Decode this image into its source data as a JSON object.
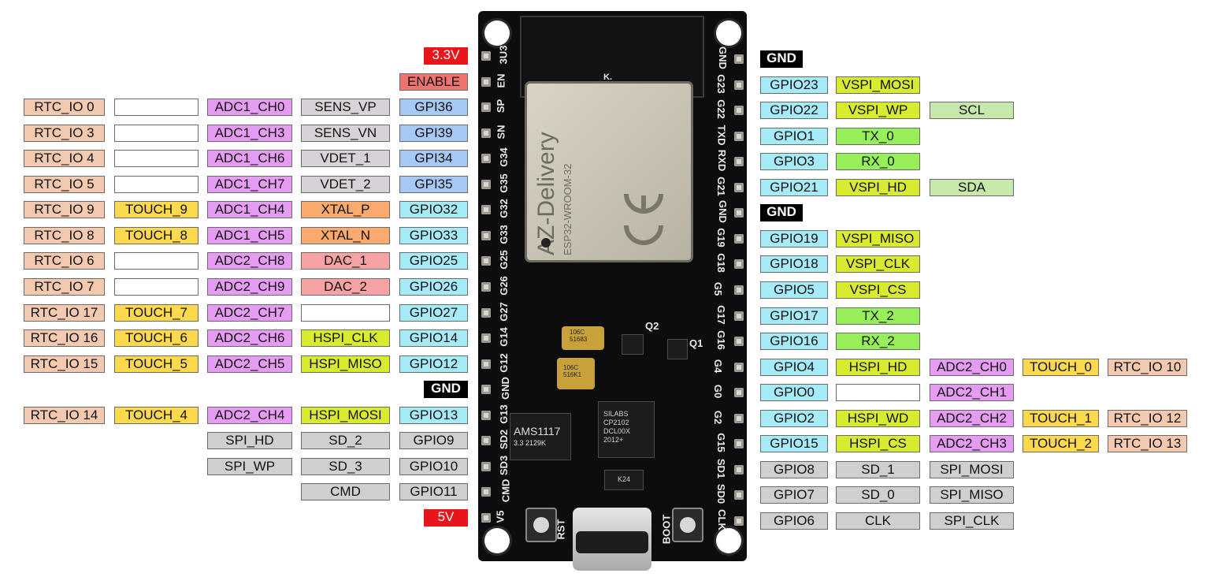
{
  "colors": {
    "black": "#000000",
    "red": "#e8151a",
    "salmon": "#ee7470",
    "rtc": "#f3c9b0",
    "touch": "#fdd94d",
    "adc": "#e69cf2",
    "sens": "#d8d2d8",
    "gpi": "#a7c9f6",
    "gpio": "#a6ecf8",
    "xtal": "#fbaa6e",
    "dac": "#f7a3a3",
    "spi": "#d9eb2f",
    "uart": "#97f05a",
    "i2c": "#c6e8ab",
    "flash": "#cfcfcf",
    "white": "#ffffff"
  },
  "left_rows": [
    {
      "pin": "3U3",
      "cells": [
        {
          "text": "3.3V",
          "color": "red"
        }
      ]
    },
    {
      "pin": "EN",
      "cells": [
        {
          "text": "ENABLE",
          "color": "salmon"
        }
      ]
    },
    {
      "pin": "SP",
      "cells": [
        {
          "text": "RTC_IO 0",
          "color": "rtc"
        },
        {
          "text": "",
          "color": "white"
        },
        {
          "text": "ADC1_CH0",
          "color": "adc"
        },
        {
          "text": "SENS_VP",
          "color": "sens"
        },
        {
          "text": "GPI36",
          "color": "gpi"
        }
      ]
    },
    {
      "pin": "SN",
      "cells": [
        {
          "text": "RTC_IO 3",
          "color": "rtc"
        },
        {
          "text": "",
          "color": "white"
        },
        {
          "text": "ADC1_CH3",
          "color": "adc"
        },
        {
          "text": "SENS_VN",
          "color": "sens"
        },
        {
          "text": "GPI39",
          "color": "gpi"
        }
      ]
    },
    {
      "pin": "G34",
      "cells": [
        {
          "text": "RTC_IO 4",
          "color": "rtc"
        },
        {
          "text": "",
          "color": "white"
        },
        {
          "text": "ADC1_CH6",
          "color": "adc"
        },
        {
          "text": "VDET_1",
          "color": "sens"
        },
        {
          "text": "GPI34",
          "color": "gpi"
        }
      ]
    },
    {
      "pin": "G35",
      "cells": [
        {
          "text": "RTC_IO 5",
          "color": "rtc"
        },
        {
          "text": "",
          "color": "white"
        },
        {
          "text": "ADC1_CH7",
          "color": "adc"
        },
        {
          "text": "VDET_2",
          "color": "sens"
        },
        {
          "text": "GPI35",
          "color": "gpi"
        }
      ]
    },
    {
      "pin": "G32",
      "cells": [
        {
          "text": "RTC_IO 9",
          "color": "rtc"
        },
        {
          "text": "TOUCH_9",
          "color": "touch"
        },
        {
          "text": "ADC1_CH4",
          "color": "adc"
        },
        {
          "text": "XTAL_P",
          "color": "xtal"
        },
        {
          "text": "GPIO32",
          "color": "gpio"
        }
      ]
    },
    {
      "pin": "G33",
      "cells": [
        {
          "text": "RTC_IO 8",
          "color": "rtc"
        },
        {
          "text": "TOUCH_8",
          "color": "touch"
        },
        {
          "text": "ADC1_CH5",
          "color": "adc"
        },
        {
          "text": "XTAL_N",
          "color": "xtal"
        },
        {
          "text": "GPIO33",
          "color": "gpio"
        }
      ]
    },
    {
      "pin": "G25",
      "cells": [
        {
          "text": "RTC_IO 6",
          "color": "rtc"
        },
        {
          "text": "",
          "color": "white"
        },
        {
          "text": "ADC2_CH8",
          "color": "adc"
        },
        {
          "text": "DAC_1",
          "color": "dac"
        },
        {
          "text": "GPIO25",
          "color": "gpio"
        }
      ]
    },
    {
      "pin": "G26",
      "cells": [
        {
          "text": "RTC_IO 7",
          "color": "rtc"
        },
        {
          "text": "",
          "color": "white"
        },
        {
          "text": "ADC2_CH9",
          "color": "adc"
        },
        {
          "text": "DAC_2",
          "color": "dac"
        },
        {
          "text": "GPIO26",
          "color": "gpio"
        }
      ]
    },
    {
      "pin": "G27",
      "cells": [
        {
          "text": "RTC_IO 17",
          "color": "rtc"
        },
        {
          "text": "TOUCH_7",
          "color": "touch"
        },
        {
          "text": "ADC2_CH7",
          "color": "adc"
        },
        {
          "text": "",
          "color": "white"
        },
        {
          "text": "GPIO27",
          "color": "gpio"
        }
      ]
    },
    {
      "pin": "G14",
      "cells": [
        {
          "text": "RTC_IO 16",
          "color": "rtc"
        },
        {
          "text": "TOUCH_6",
          "color": "touch"
        },
        {
          "text": "ADC2_CH6",
          "color": "adc"
        },
        {
          "text": "HSPI_CLK",
          "color": "spi"
        },
        {
          "text": "GPIO14",
          "color": "gpio"
        }
      ]
    },
    {
      "pin": "G12",
      "cells": [
        {
          "text": "RTC_IO 15",
          "color": "rtc"
        },
        {
          "text": "TOUCH_5",
          "color": "touch"
        },
        {
          "text": "ADC2_CH5",
          "color": "adc"
        },
        {
          "text": "HSPI_MISO",
          "color": "spi"
        },
        {
          "text": "GPIO12",
          "color": "gpio"
        }
      ]
    },
    {
      "pin": "GND",
      "cells": [
        {
          "text": "GND",
          "color": "black"
        }
      ]
    },
    {
      "pin": "G13",
      "cells": [
        {
          "text": "RTC_IO 14",
          "color": "rtc"
        },
        {
          "text": "TOUCH_4",
          "color": "touch"
        },
        {
          "text": "ADC2_CH4",
          "color": "adc"
        },
        {
          "text": "HSPI_MOSI",
          "color": "spi"
        },
        {
          "text": "GPIO13",
          "color": "gpio"
        }
      ]
    },
    {
      "pin": "SD2",
      "cells": [
        {
          "text": "SPI_HD",
          "color": "flash"
        },
        {
          "text": "SD_2",
          "color": "flash"
        },
        {
          "text": "GPIO9",
          "color": "flash"
        }
      ]
    },
    {
      "pin": "SD3",
      "cells": [
        {
          "text": "SPI_WP",
          "color": "flash"
        },
        {
          "text": "SD_3",
          "color": "flash"
        },
        {
          "text": "GPIO10",
          "color": "flash"
        }
      ]
    },
    {
      "pin": "CMD",
      "cells": [
        {
          "text": "CMD",
          "color": "flash"
        },
        {
          "text": "GPIO11",
          "color": "flash"
        }
      ]
    },
    {
      "pin": "V5",
      "cells": [
        {
          "text": "5V",
          "color": "red"
        }
      ]
    }
  ],
  "right_rows": [
    {
      "pin": "GND",
      "cells": [
        {
          "text": "GND",
          "color": "black"
        }
      ]
    },
    {
      "pin": "G23",
      "cells": [
        {
          "text": "GPIO23",
          "color": "gpio"
        },
        {
          "text": "VSPI_MOSI",
          "color": "spi"
        }
      ]
    },
    {
      "pin": "G22",
      "cells": [
        {
          "text": "GPIO22",
          "color": "gpio"
        },
        {
          "text": "VSPI_WP",
          "color": "spi"
        },
        {
          "text": "SCL",
          "color": "i2c"
        }
      ]
    },
    {
      "pin": "TXD",
      "cells": [
        {
          "text": "GPIO1",
          "color": "gpio"
        },
        {
          "text": "TX_0",
          "color": "uart"
        }
      ]
    },
    {
      "pin": "RXD",
      "cells": [
        {
          "text": "GPIO3",
          "color": "gpio"
        },
        {
          "text": "RX_0",
          "color": "uart"
        }
      ]
    },
    {
      "pin": "G21",
      "cells": [
        {
          "text": "GPIO21",
          "color": "gpio"
        },
        {
          "text": "VSPI_HD",
          "color": "spi"
        },
        {
          "text": "SDA",
          "color": "i2c"
        }
      ]
    },
    {
      "pin": "GND",
      "cells": [
        {
          "text": "GND",
          "color": "black"
        }
      ]
    },
    {
      "pin": "G19",
      "cells": [
        {
          "text": "GPIO19",
          "color": "gpio"
        },
        {
          "text": "VSPI_MISO",
          "color": "spi"
        }
      ]
    },
    {
      "pin": "G18",
      "cells": [
        {
          "text": "GPIO18",
          "color": "gpio"
        },
        {
          "text": "VSPI_CLK",
          "color": "spi"
        }
      ]
    },
    {
      "pin": "G5",
      "cells": [
        {
          "text": "GPIO5",
          "color": "gpio"
        },
        {
          "text": "VSPI_CS",
          "color": "spi"
        }
      ]
    },
    {
      "pin": "G17",
      "cells": [
        {
          "text": "GPIO17",
          "color": "gpio"
        },
        {
          "text": "TX_2",
          "color": "uart"
        }
      ]
    },
    {
      "pin": "G16",
      "cells": [
        {
          "text": "GPIO16",
          "color": "gpio"
        },
        {
          "text": "RX_2",
          "color": "uart"
        }
      ]
    },
    {
      "pin": "G4",
      "cells": [
        {
          "text": "GPIO4",
          "color": "gpio"
        },
        {
          "text": "HSPI_HD",
          "color": "spi"
        },
        {
          "text": "ADC2_CH0",
          "color": "adc"
        },
        {
          "text": "TOUCH_0",
          "color": "touch"
        },
        {
          "text": "RTC_IO 10",
          "color": "rtc"
        }
      ]
    },
    {
      "pin": "G0",
      "cells": [
        {
          "text": "GPIO0",
          "color": "gpio"
        },
        {
          "text": "",
          "color": "white"
        },
        {
          "text": "ADC2_CH1",
          "color": "adc"
        }
      ]
    },
    {
      "pin": "G2",
      "cells": [
        {
          "text": "GPIO2",
          "color": "gpio"
        },
        {
          "text": "HSPI_WD",
          "color": "spi"
        },
        {
          "text": "ADC2_CH2",
          "color": "adc"
        },
        {
          "text": "TOUCH_1",
          "color": "touch"
        },
        {
          "text": "RTC_IO 12",
          "color": "rtc"
        }
      ]
    },
    {
      "pin": "G15",
      "cells": [
        {
          "text": "GPIO15",
          "color": "gpio"
        },
        {
          "text": "HSPI_CS",
          "color": "spi"
        },
        {
          "text": "ADC2_CH3",
          "color": "adc"
        },
        {
          "text": "TOUCH_2",
          "color": "touch"
        },
        {
          "text": "RTC_IO 13",
          "color": "rtc"
        }
      ]
    },
    {
      "pin": "SD1",
      "cells": [
        {
          "text": "GPIO8",
          "color": "flash"
        },
        {
          "text": "SD_1",
          "color": "flash"
        },
        {
          "text": "SPI_MOSI",
          "color": "flash"
        }
      ]
    },
    {
      "pin": "SD0",
      "cells": [
        {
          "text": "GPIO7",
          "color": "flash"
        },
        {
          "text": "SD_0",
          "color": "flash"
        },
        {
          "text": "SPI_MISO",
          "color": "flash"
        }
      ]
    },
    {
      "pin": "CLK",
      "cells": [
        {
          "text": "GPIO6",
          "color": "flash"
        },
        {
          "text": "CLK",
          "color": "flash"
        },
        {
          "text": "SPI_CLK",
          "color": "flash"
        }
      ]
    }
  ],
  "board": {
    "module_brand": "AZ-Delivery",
    "module_model": "ESP32-WROOM-32",
    "antenna_mark": "K.",
    "reg_chip": "AMS1117",
    "reg_sub": "3.3  2129K",
    "usb_chip": "SILABS\nCP2102\nDCL00X\n2012+",
    "q1": "Q1",
    "q2": "Q2",
    "cap1": "106C\n51683",
    "cap2": "106C\n516K1",
    "k24": "K24",
    "rst_label": "RST",
    "boot_label": "BOOT"
  }
}
